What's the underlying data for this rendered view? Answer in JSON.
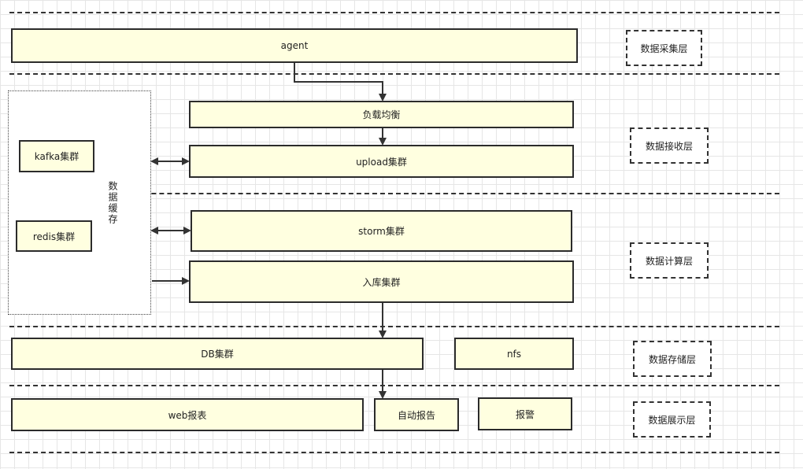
{
  "boxes": {
    "agent": "agent",
    "load_balance": "负载均衡",
    "upload": "upload集群",
    "storm": "storm集群",
    "ingest": "入库集群",
    "db": "DB集群",
    "nfs": "nfs",
    "web_report": "web报表",
    "auto_report": "自动报告",
    "alarm": "报警",
    "kafka": "kafka集群",
    "redis": "redis集群"
  },
  "cache_label": "数据缓存",
  "layers": {
    "collect": "数据采集层",
    "receive": "数据接收层",
    "compute": "数据计算层",
    "storage": "数据存储层",
    "display": "数据展示层"
  }
}
